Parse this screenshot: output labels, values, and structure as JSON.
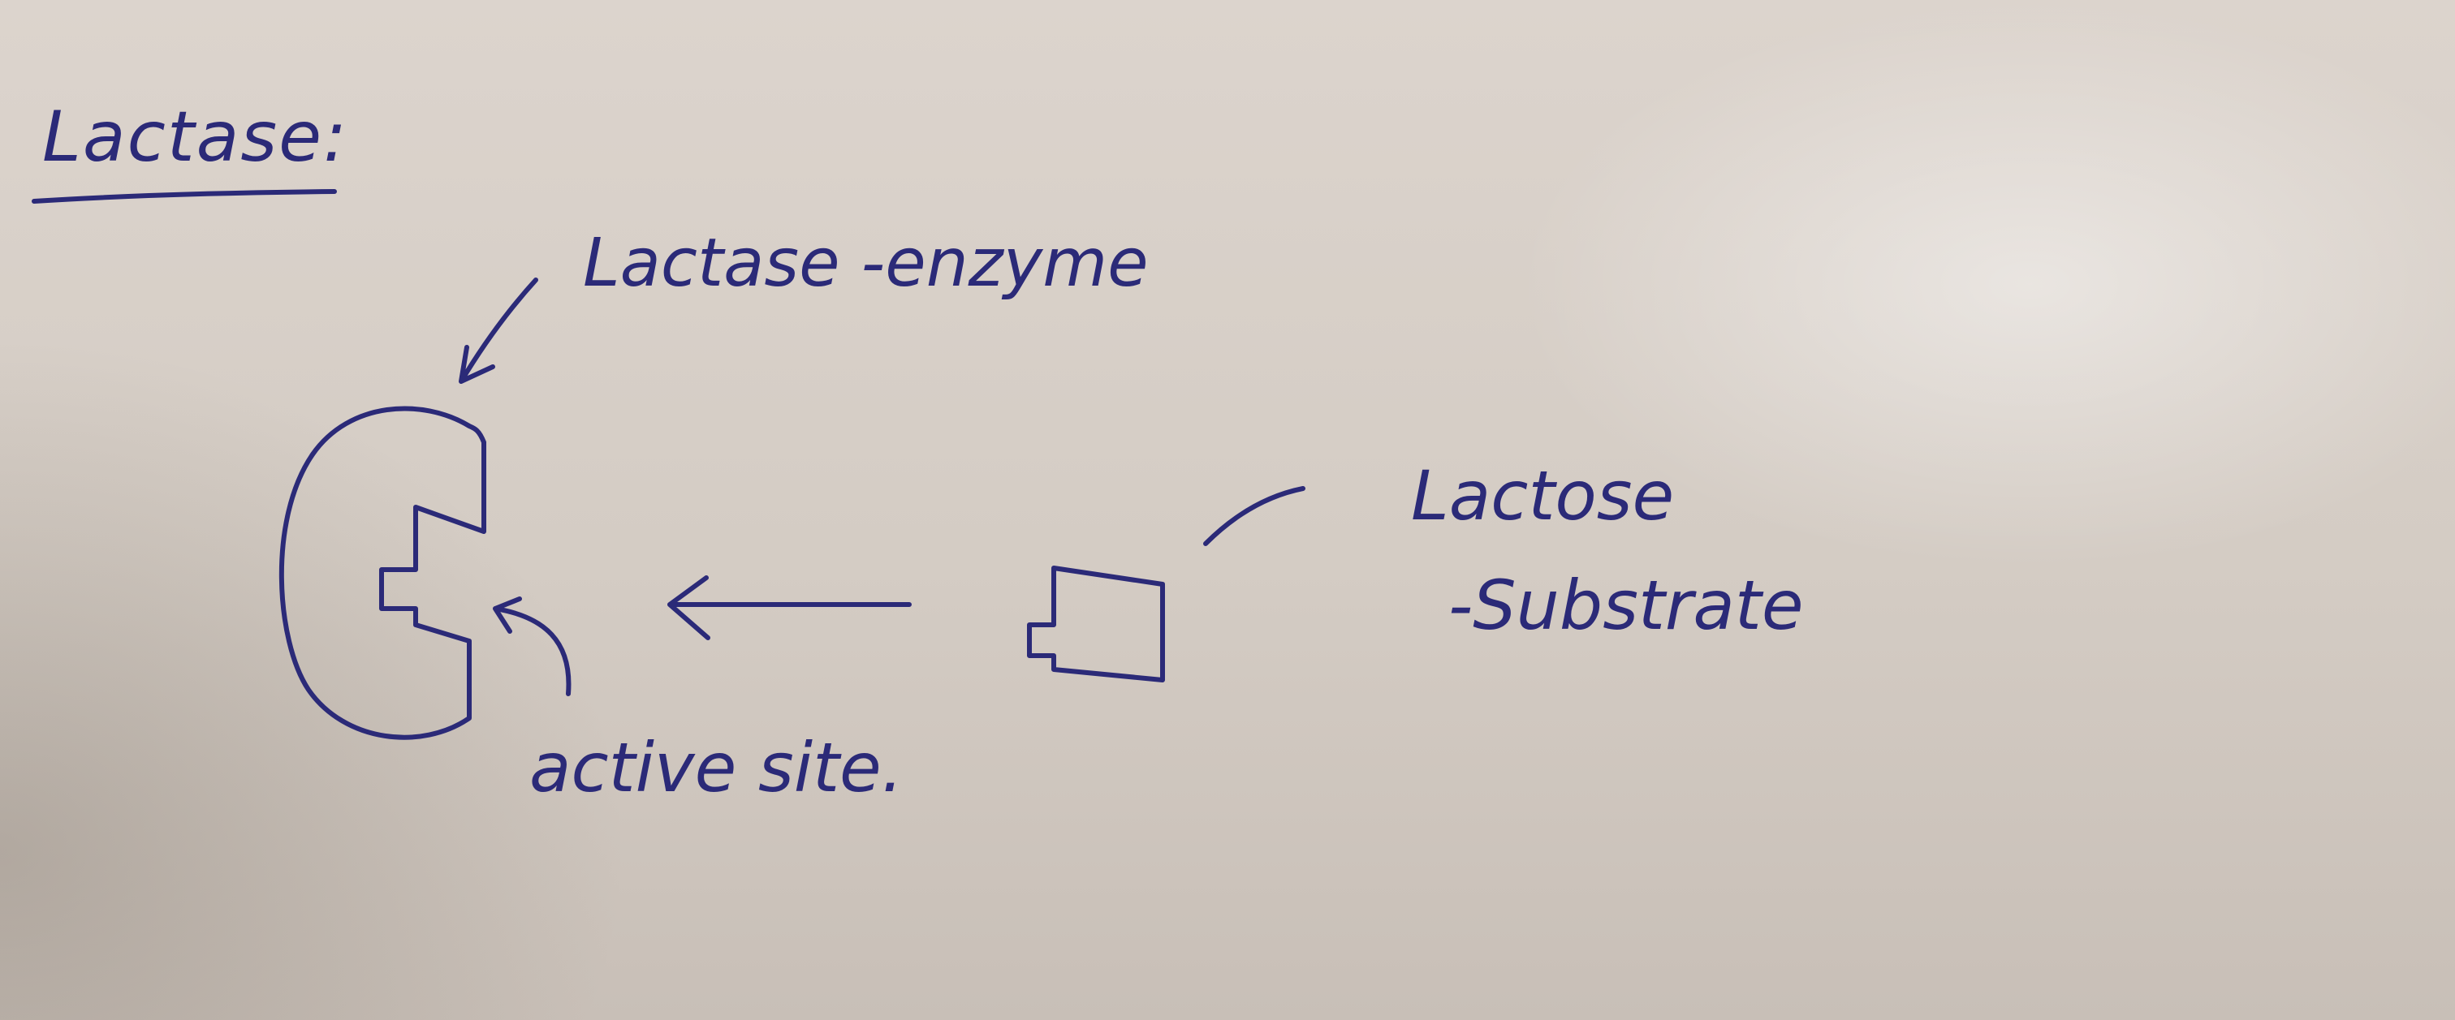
{
  "title": "Lactase:",
  "labels": {
    "enzyme": "Lactase -enzyme",
    "substrate_line1": "Lactose",
    "substrate_line2": "-Substrate",
    "active_site": "active site."
  },
  "colors": {
    "ink": "#2b2a78",
    "paper": "#d6cec7"
  }
}
